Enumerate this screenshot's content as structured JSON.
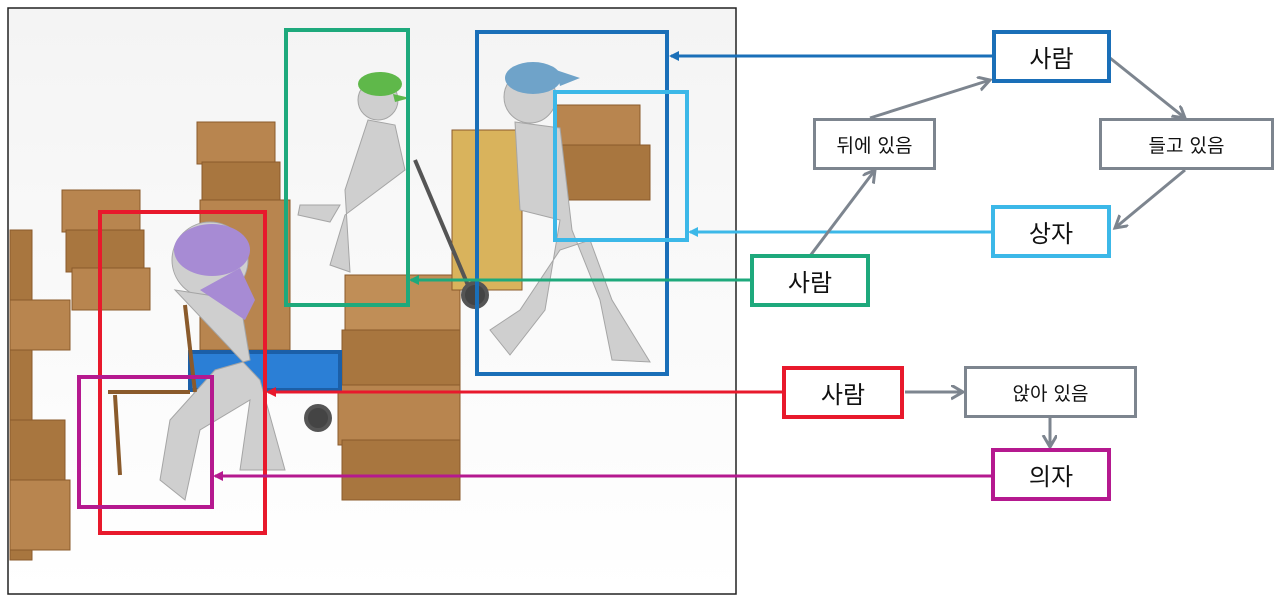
{
  "colors": {
    "blue": "#1a6fb8",
    "light_blue": "#3cb8e8",
    "green": "#1ea97c",
    "red": "#e8192c",
    "magenta": "#b5198f",
    "gray": "#7d858f"
  },
  "labels": {
    "person_blue": "사람",
    "holding": "들고 있음",
    "box": "상자",
    "behind": "뒤에 있음",
    "person_green": "사람",
    "person_red": "사람",
    "sitting": "앉아 있음",
    "chair": "의자"
  }
}
